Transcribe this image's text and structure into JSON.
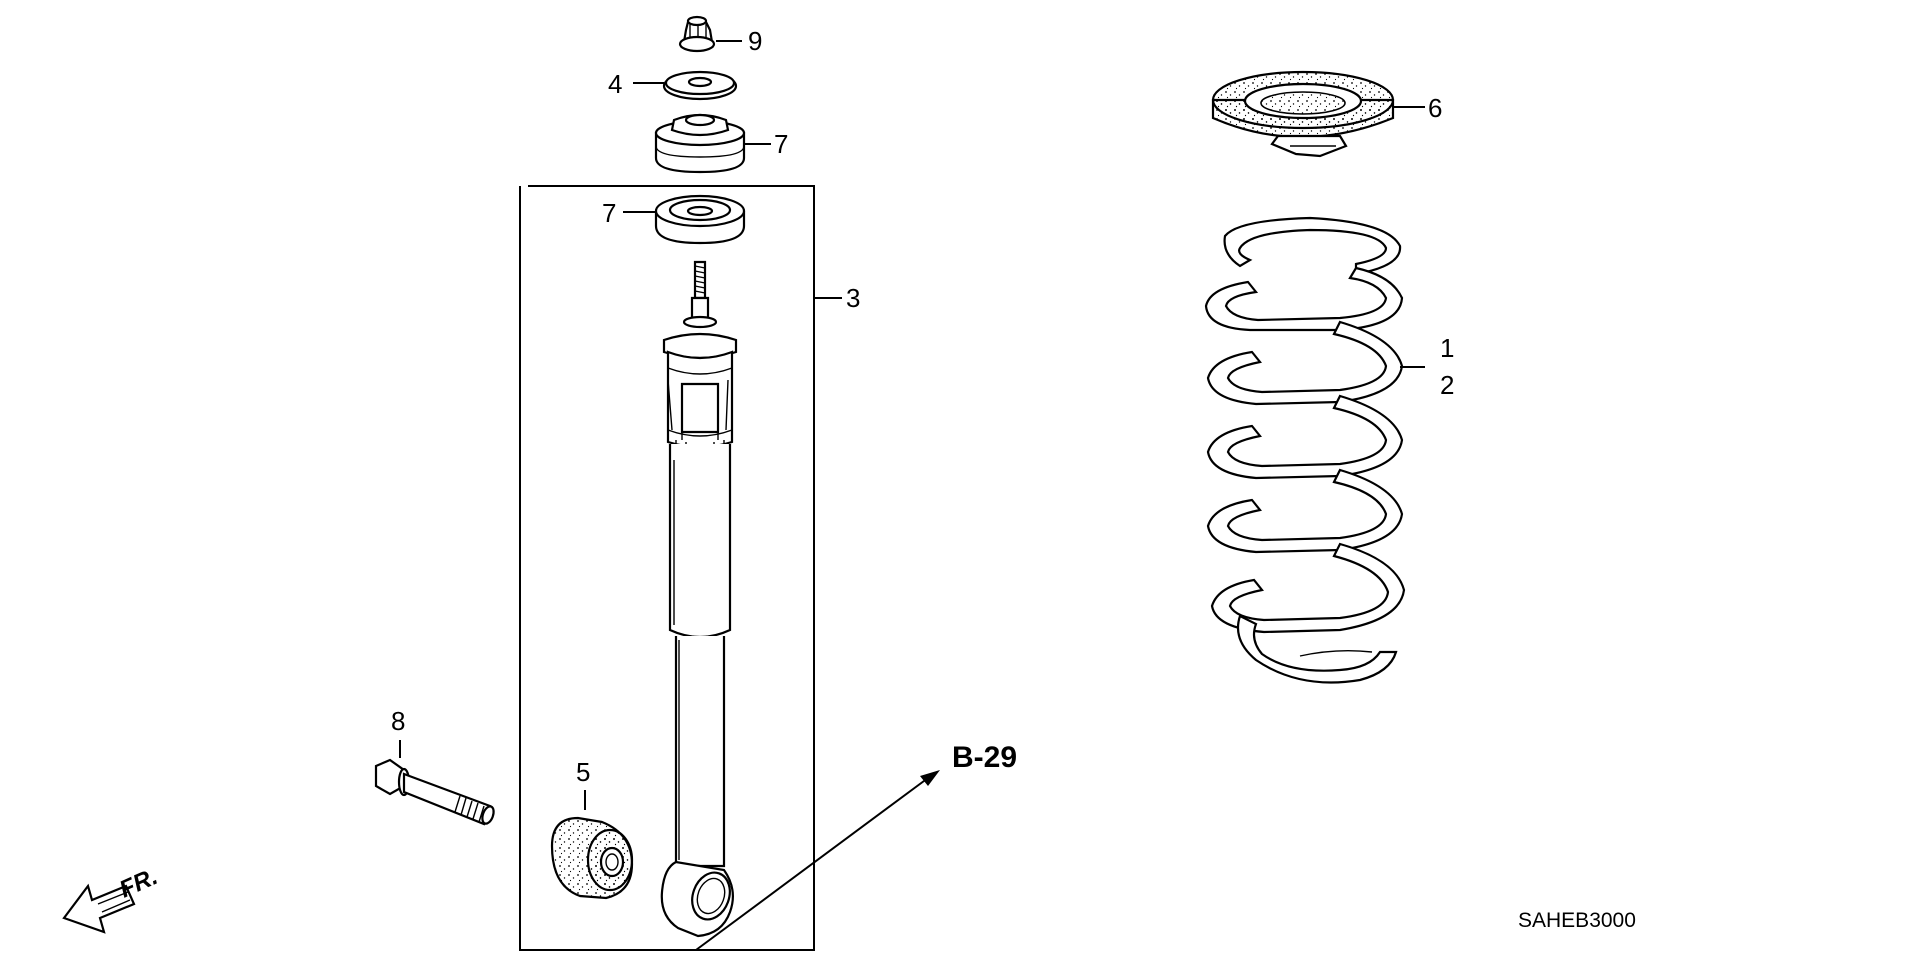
{
  "diagram": {
    "callouts": {
      "c9": "9",
      "c4": "4",
      "c7a": "7",
      "c7b": "7",
      "c3": "3",
      "c6": "6",
      "c1": "1",
      "c2": "2",
      "c8": "8",
      "c5": "5"
    },
    "reference": "B-29",
    "front_label": "FR.",
    "diagram_code": "SAHEB3000"
  }
}
